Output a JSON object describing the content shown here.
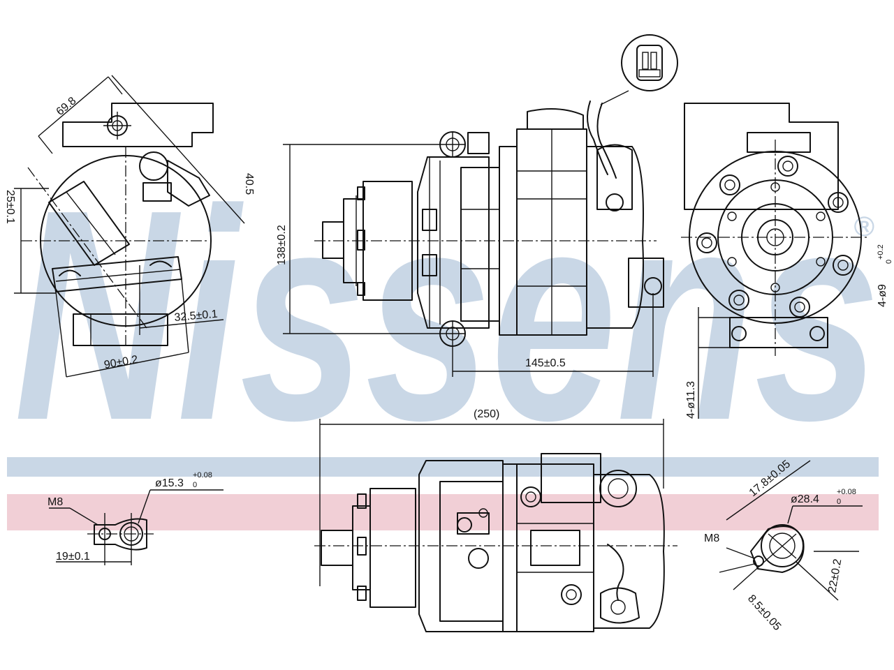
{
  "brand": {
    "watermark_text": "Nissens",
    "registered_mark": "®",
    "colors": {
      "watermark_blue": "#c9d7e6",
      "band_blue": "#c9d7e6",
      "band_red": "#f1cfd6",
      "line": "#111111"
    }
  },
  "dimensions": {
    "top_left": {
      "angle_width": "69.8",
      "side_angle": "40.5",
      "left_offset": "25±0.1",
      "lug_offset": "32.5±0.1",
      "bottom_width": "90±0.2"
    },
    "top_center": {
      "height": "138±0.2",
      "length": "145±0.5"
    },
    "top_right": {
      "bolt_circle": "4-ø9",
      "bolt_circle_tol_upper": "+0.2",
      "bolt_circle_tol_lower": "0",
      "mount_holes": "4-ø11.3"
    },
    "bottom_center": {
      "overall_length": "(250)"
    },
    "bottom_left": {
      "thread": "M8",
      "port_diameter": "ø15.3",
      "port_tol_upper": "+0.08",
      "port_tol_lower": "0",
      "spacing": "19±0.1"
    },
    "bottom_right": {
      "thread": "M8",
      "port_diameter": "ø28.4",
      "port_tol_upper": "+0.08",
      "port_tol_lower": "0",
      "dim_a": "17.8±0.05",
      "dim_b": "22±0.2",
      "dim_c": "8.5±0.05"
    }
  }
}
